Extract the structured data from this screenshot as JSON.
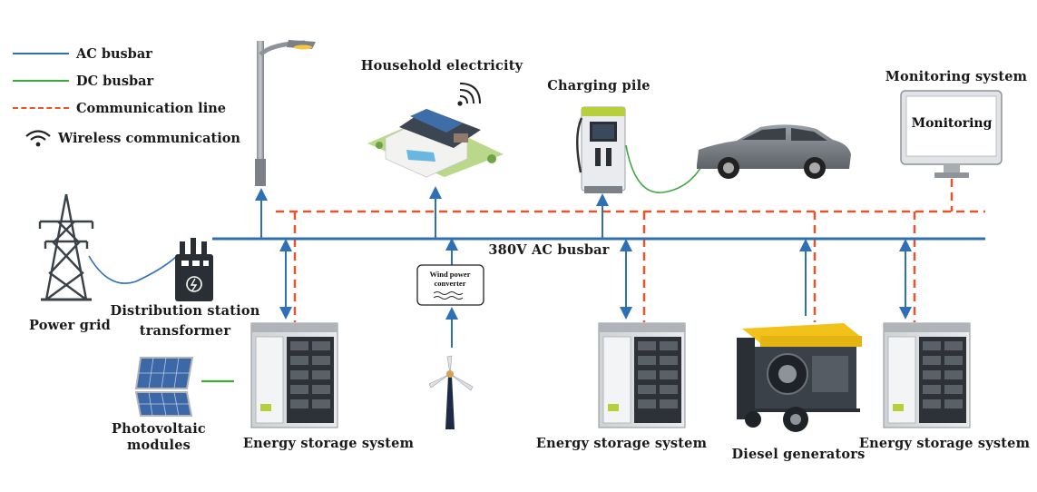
{
  "legend": {
    "ac": "AC busbar",
    "dc": "DC busbar",
    "comm": "Communication line",
    "wireless": "Wireless communication"
  },
  "colors": {
    "ac": "#2e6fb6",
    "dc": "#3daa3d",
    "comm": "#e8542a"
  },
  "labels": {
    "household": "Household electricity",
    "charging": "Charging pile",
    "monitoring_system": "Monitoring system",
    "monitoring_screen": "Monitoring",
    "busbar": "380V AC busbar",
    "power_grid": "Power grid",
    "distribution_line1": "Distribution station",
    "distribution_line2": "transformer",
    "pv_line1": "Photovoltaic",
    "pv_line2": "modules",
    "ess1": "Energy storage system",
    "ess2": "Energy storage system",
    "ess3": "Energy storage system",
    "diesel": "Diesel generators",
    "converter_line1": "Wind power",
    "converter_line2": "converter"
  },
  "icons": {
    "legend_wireless": "wifi-icon",
    "street_light": "street-light-icon",
    "house": "house-icon",
    "charger": "charging-pile-icon",
    "car": "car-icon",
    "monitor": "monitor-icon",
    "tower": "power-tower-icon",
    "transformer": "transformer-icon",
    "pv": "solar-panel-icon",
    "turbine": "wind-turbine-icon",
    "cabinet": "battery-cabinet-icon",
    "generator": "diesel-generator-icon"
  }
}
